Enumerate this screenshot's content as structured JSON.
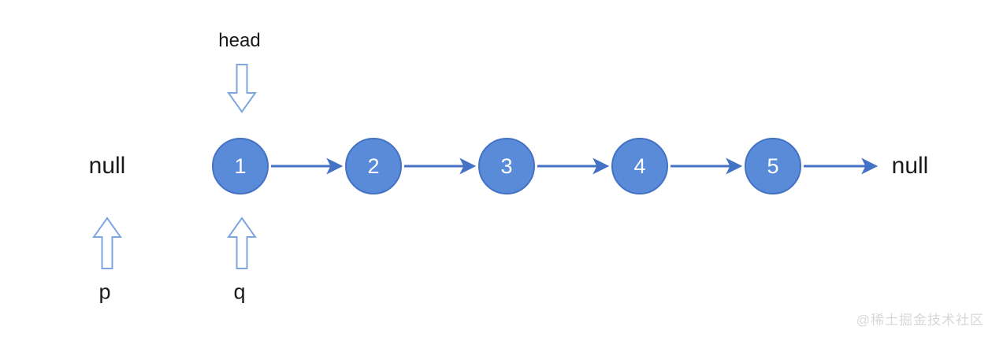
{
  "diagram": {
    "title_implied": "singly linked list",
    "head_pointer": {
      "label": "head"
    },
    "null_left": "null",
    "null_right": "null",
    "nodes": [
      {
        "value": "1"
      },
      {
        "value": "2"
      },
      {
        "value": "3"
      },
      {
        "value": "4"
      },
      {
        "value": "5"
      }
    ],
    "pointers": {
      "p": "p",
      "q": "q"
    },
    "watermark": "@稀土掘金技术社区",
    "colors": {
      "node_fill": "#5a8bd8",
      "node_border": "#4472c4",
      "connector_arrow": "#4472c4",
      "block_arrow_outline": "#7ea6e0",
      "text": "#1a1a1a",
      "watermark": "#d8d8d8",
      "background": "#ffffff"
    }
  }
}
